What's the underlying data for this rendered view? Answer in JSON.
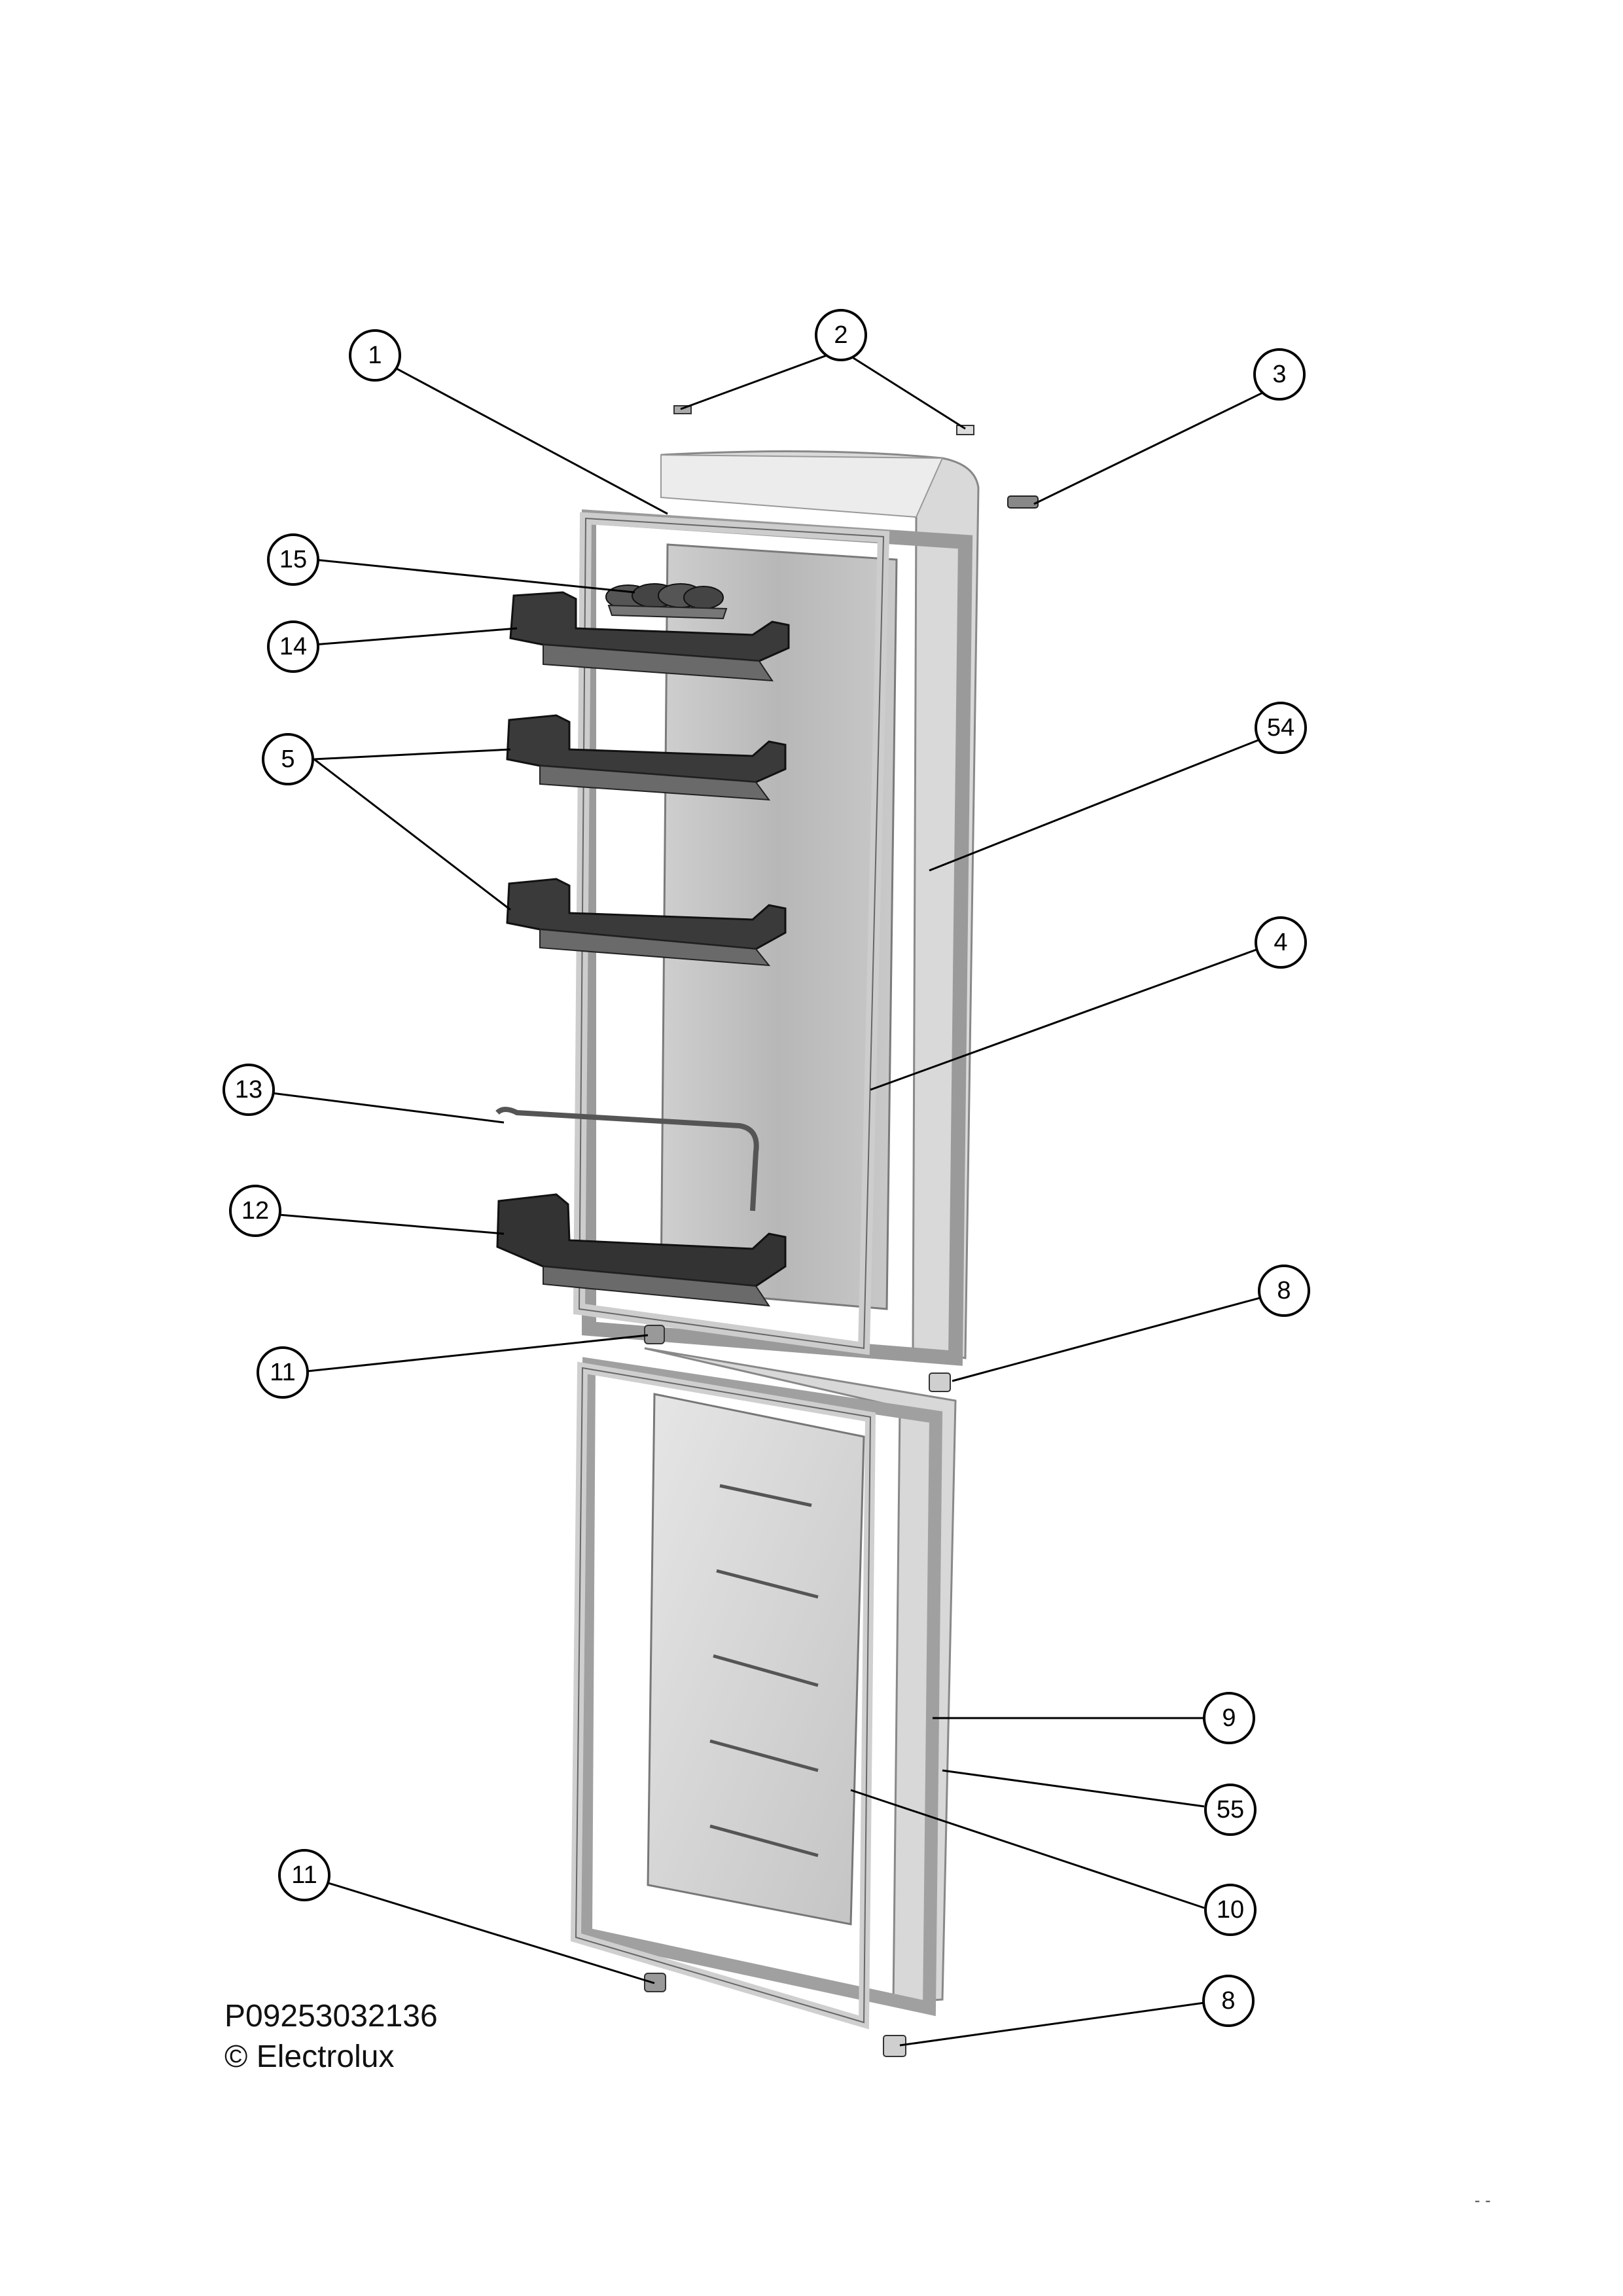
{
  "document": {
    "part_number": "P09253032136",
    "copyright": "© Electrolux",
    "page_mark": "- -"
  },
  "callouts": [
    "1",
    "2",
    "3",
    "15",
    "14",
    "54",
    "5",
    "4",
    "13",
    "12",
    "8",
    "11",
    "9",
    "55",
    "10",
    "11",
    "8"
  ],
  "colors": {
    "line": "#000000",
    "part_light": "#d8d8d8",
    "part_mid": "#bdbdbd",
    "part_dark": "#555555",
    "shelf_dark": "#2f2f2f"
  }
}
